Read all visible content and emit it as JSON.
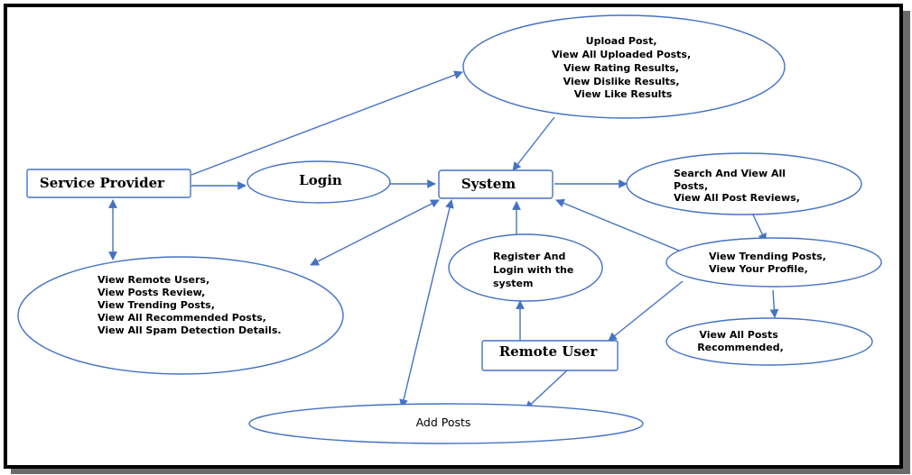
{
  "colors": {
    "line": "#4472c4",
    "frame": "#000000",
    "text": "#000000"
  },
  "nodes": {
    "service_provider": {
      "label": "Service Provider"
    },
    "login": {
      "label": "Login"
    },
    "system": {
      "label": "System"
    },
    "remote_user": {
      "label": "Remote User"
    },
    "upload_functions": {
      "lines": [
        "Upload Post,",
        "View All Uploaded Posts,",
        "View Rating Results,",
        "View Dislike Results,",
        "View Like Results"
      ]
    },
    "provider_functions": {
      "lines": [
        "View Remote Users,",
        "View Posts Review,",
        "View Trending Posts,",
        "View All Recommended Posts,",
        "View All Spam Detection Details."
      ]
    },
    "search_functions": {
      "lines": [
        "Search And View All",
        "Posts,",
        "View All Post Reviews,"
      ]
    },
    "trending_functions": {
      "lines": [
        "View Trending Posts,",
        "View Your Profile,"
      ]
    },
    "register_login": {
      "lines": [
        "Register And",
        "Login with the",
        "system"
      ]
    },
    "recommended": {
      "lines": [
        "View All Posts",
        "Recommended,"
      ]
    },
    "add_posts": {
      "label": "Add Posts"
    }
  }
}
